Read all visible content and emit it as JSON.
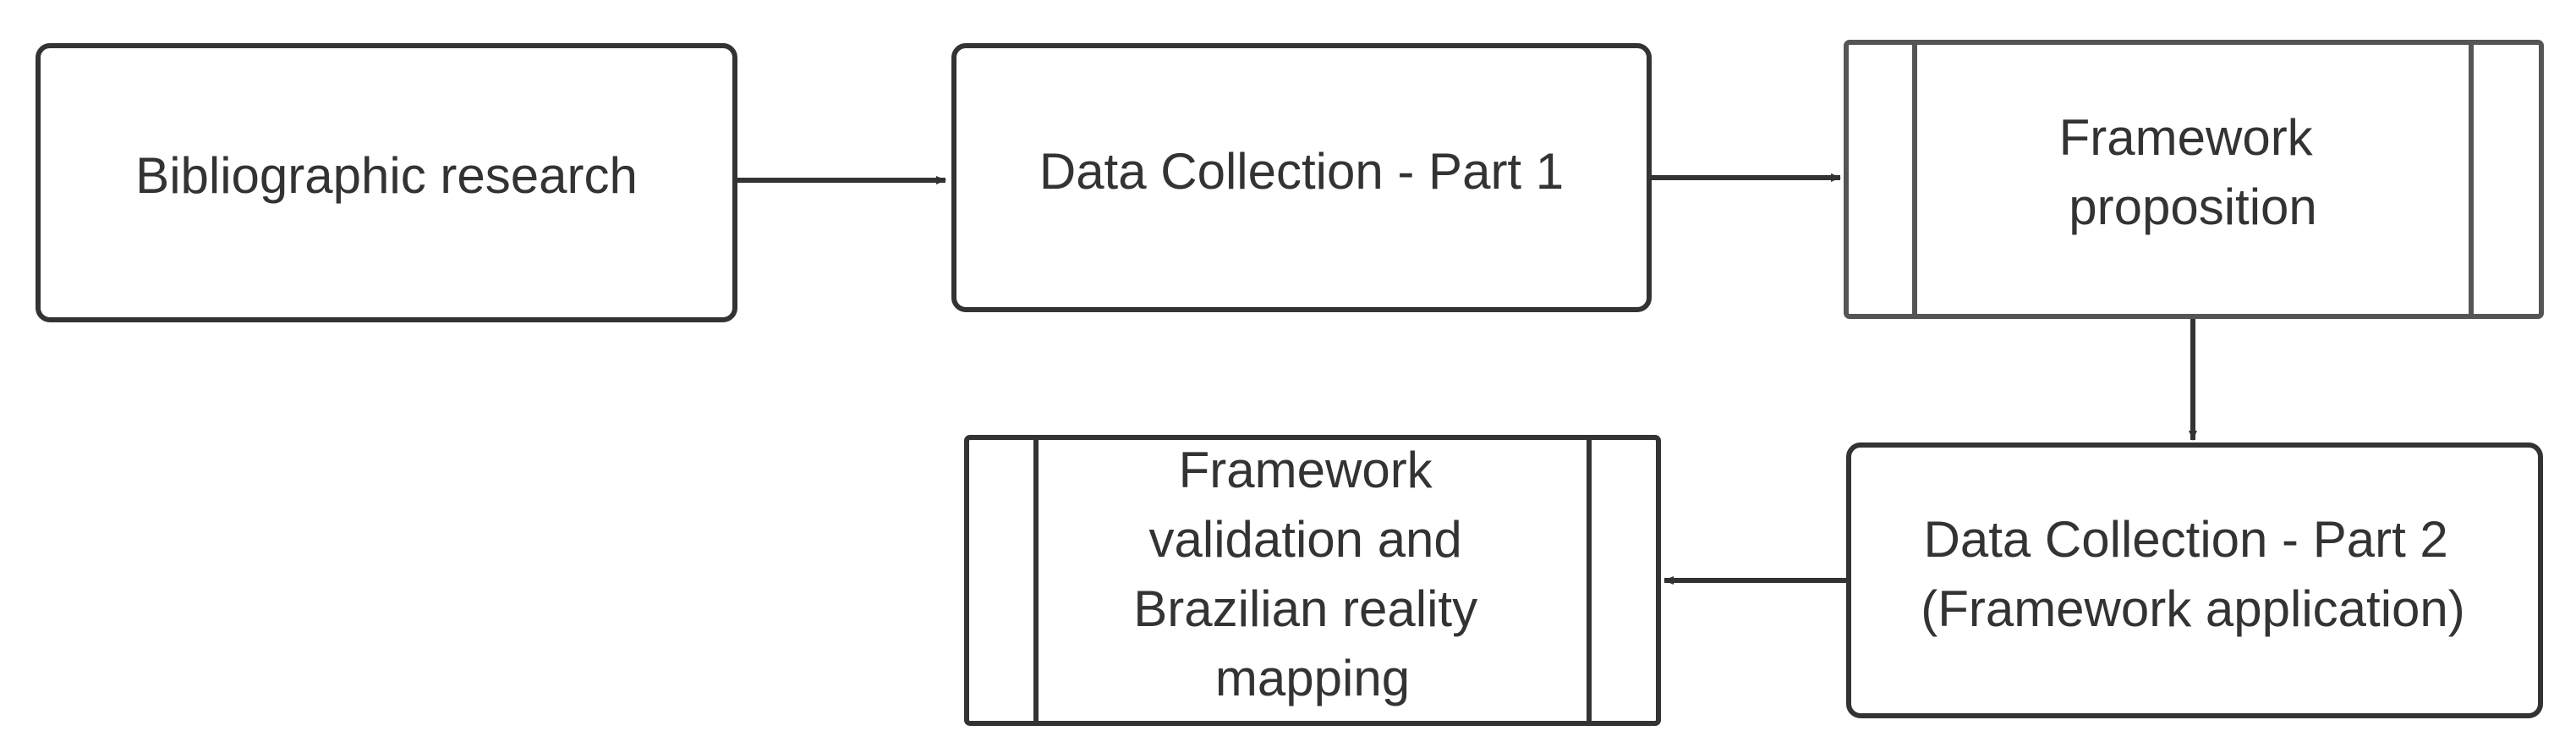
{
  "nodes": {
    "bibliographic_research": {
      "lines": [
        "Bibliographic research"
      ]
    },
    "data_collection_1": {
      "lines": [
        "Data Collection - Part 1"
      ]
    },
    "framework_proposition": {
      "lines": [
        "Framework",
        "proposition"
      ]
    },
    "data_collection_2": {
      "lines": [
        "Data Collection - Part 2",
        "(Framework application)"
      ]
    },
    "framework_validation": {
      "lines": [
        "Framework",
        "validation and",
        "Brazilian reality",
        "mapping"
      ]
    }
  },
  "colors": {
    "stroke": "#333333",
    "subprocess_stroke": "#555555",
    "text": "#333333",
    "background": "#ffffff"
  }
}
